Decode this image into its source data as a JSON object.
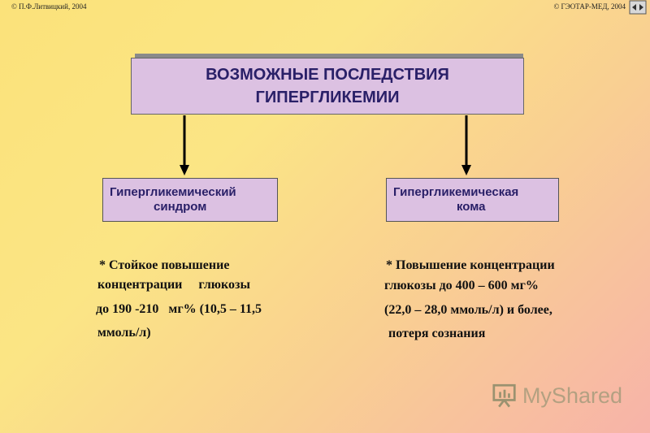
{
  "header": {
    "copyright_left": "© П.Ф.Литвицкий, 2004",
    "copyright_right": "© ГЭОТАР-МЕД, 2004"
  },
  "title": {
    "line1": "ВОЗМОЖНЫЕ ПОСЛЕДСТВИЯ",
    "line2": "ГИПЕРГЛИКЕМИИ"
  },
  "left_box": {
    "line1": "Гипергликемический",
    "line2": "синдром"
  },
  "right_box": {
    "line1": "Гипергликемическая",
    "line2": "кома"
  },
  "left_desc": {
    "line1": "* Стойкое повышение",
    "line2": "концентрации     глюкозы",
    "line3": "до 190 -210   мг% (10,5 – 11,5",
    "line4": "ммоль/л)"
  },
  "right_desc": {
    "line1": "* Повышение концентрации",
    "line2": "глюкозы до 400 – 600 мг%",
    "line3": "(22,0 – 28,0 ммоль/л) и более,",
    "line4": "потеря сознания"
  },
  "watermark": {
    "text": "MyShared"
  },
  "icons": {
    "nav": "nav-arrows-icon",
    "watermark": "presentation-board-icon"
  },
  "colors": {
    "box_fill": "#dcc1e2",
    "box_text": "#2a2068"
  }
}
